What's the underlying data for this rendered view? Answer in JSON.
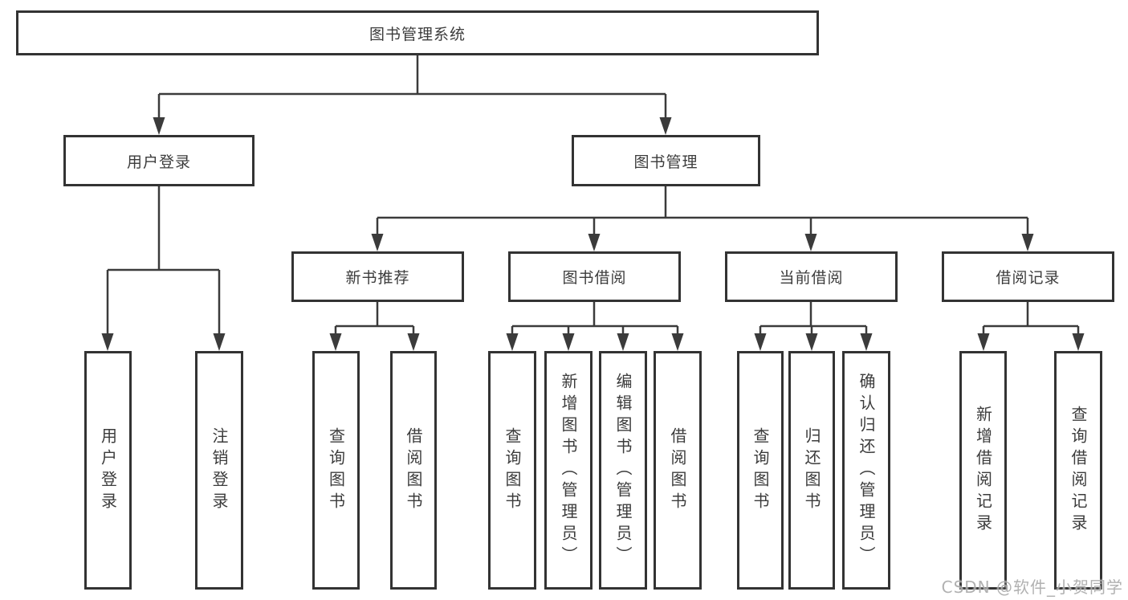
{
  "diagram": {
    "root": {
      "label": "图书管理系统"
    },
    "branches": [
      {
        "label": "用户登录",
        "children": [
          {
            "label": "用户登录"
          },
          {
            "label": "注销登录"
          }
        ]
      },
      {
        "label": "图书管理",
        "children": [
          {
            "label": "新书推荐",
            "children": [
              {
                "label": "查询图书"
              },
              {
                "label": "借阅图书"
              }
            ]
          },
          {
            "label": "图书借阅",
            "children": [
              {
                "label": "查询图书"
              },
              {
                "label": "新增图书（管理员）"
              },
              {
                "label": "编辑图书（管理员）"
              },
              {
                "label": "借阅图书"
              }
            ]
          },
          {
            "label": "当前借阅",
            "children": [
              {
                "label": "查询图书"
              },
              {
                "label": "归还图书"
              },
              {
                "label": "确认归还（管理员）"
              }
            ]
          },
          {
            "label": "借阅记录",
            "children": [
              {
                "label": "新增借阅记录"
              },
              {
                "label": "查询借阅记录"
              }
            ]
          }
        ]
      }
    ]
  },
  "watermark": {
    "text": "CSDN @软件_小贺同学"
  },
  "colors": {
    "line": "#3b3b3b",
    "border": "#333333",
    "text": "#3c3c3c",
    "background": "#ffffff",
    "watermark": "#ababab"
  }
}
